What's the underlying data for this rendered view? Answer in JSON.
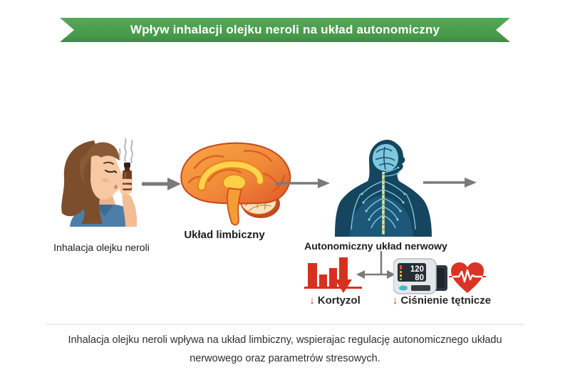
{
  "banner": {
    "title": "Wpływ inhalacji olejku neroli na układ autonomiczny"
  },
  "flow": {
    "inhalation_label": "Inhalacja olejku neroli",
    "limbic_label": "Układ limbiczny",
    "autonomic_label": "Autonomiczny układ nerwowy"
  },
  "outcomes": {
    "cortisol": {
      "arrow": "↓",
      "label": "Kortyzol"
    },
    "blood_pressure": {
      "arrow": "↓",
      "label": "Ciśnienie tętnicze",
      "monitor_systolic": "120",
      "monitor_diastolic": "80"
    }
  },
  "caption": {
    "line1": "Inhalacja olejku neroli wpływa na układ limbiczny, wspierajac regulację autonomicznego układu",
    "line2": "nerwowego oraz parametrów stresowych."
  },
  "icons": {
    "woman": "woman-inhaling-essential-oil",
    "brain": "limbic-system-brain",
    "body": "autonomic-nervous-system-body",
    "bars": "decreasing-bar-chart",
    "monitor": "blood-pressure-monitor",
    "heart": "heart-with-ecg"
  },
  "colors": {
    "banner_green": "#4a9c4e",
    "arrow_gray": "#7a7a7a",
    "accent_red": "#d7301f",
    "body_navy": "#15455f",
    "nerve_blue": "#7fd0e2",
    "brain_orange": "#f08a3a",
    "shirt_blue": "#4d7ea8"
  }
}
